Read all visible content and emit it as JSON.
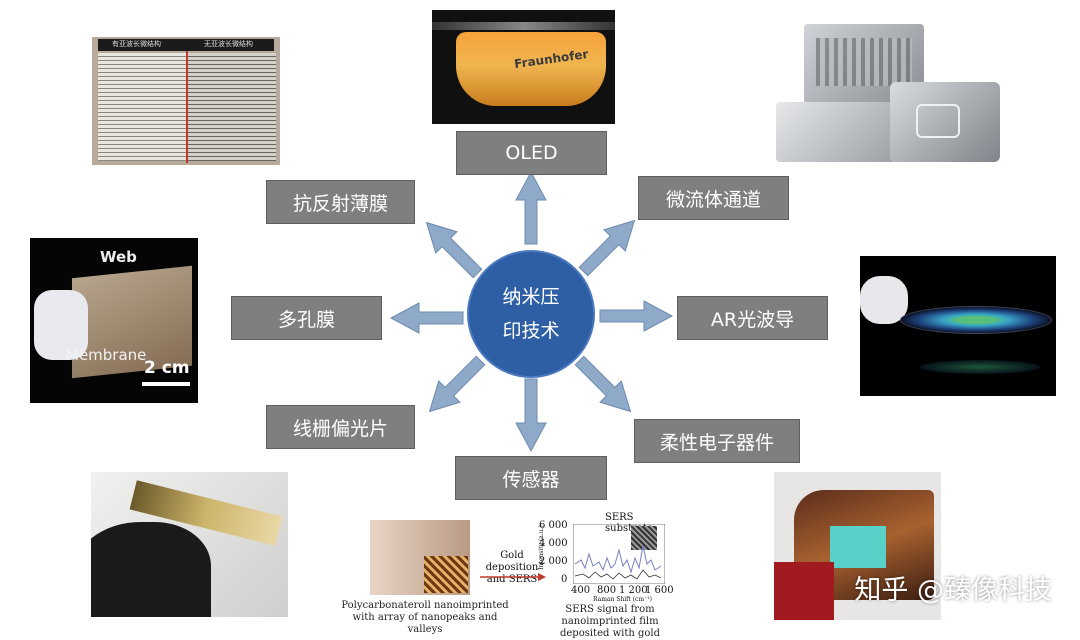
{
  "center": {
    "line1": "纳米压",
    "line2": "印技术"
  },
  "nodes": {
    "oled": "OLED",
    "antireflection": "抗反射薄膜",
    "microfluidic": "微流体通道",
    "porous": "多孔膜",
    "ar": "AR光波导",
    "wire_grid": "线栅偏光片",
    "flexible": "柔性电子器件",
    "sensor": "传感器"
  },
  "images": {
    "oled_brand": "Fraunhofer",
    "antireflection_header_left": "有亚波长微结构",
    "antireflection_header_right": "无亚波长微结构",
    "porous_label_top": "Web",
    "porous_label_bottom": "Membrane",
    "porous_scale": "2 cm"
  },
  "sensor_figure": {
    "arrow_label": "Gold deposition and SERS",
    "left_caption": "Polycarbonateroll nanoimprinted with array of nanopeaks and valleys",
    "right_caption": "SERS signal from nanoimprinted film deposited with gold",
    "inset_label": "SERS substrate",
    "y_axis_label": "Intensity (a.u.)",
    "x_axis_label": "Raman Shift (cm⁻¹)",
    "y_ticks": [
      "6 000",
      "4 000",
      "2 000",
      "0"
    ],
    "x_ticks": [
      "400",
      "800",
      "1 200",
      "1 600"
    ]
  },
  "watermark": "知乎 @臻像科技",
  "colors": {
    "box": "#7f7f7f",
    "arrow": "#8fa9c8",
    "center": "#2e5ea3"
  }
}
